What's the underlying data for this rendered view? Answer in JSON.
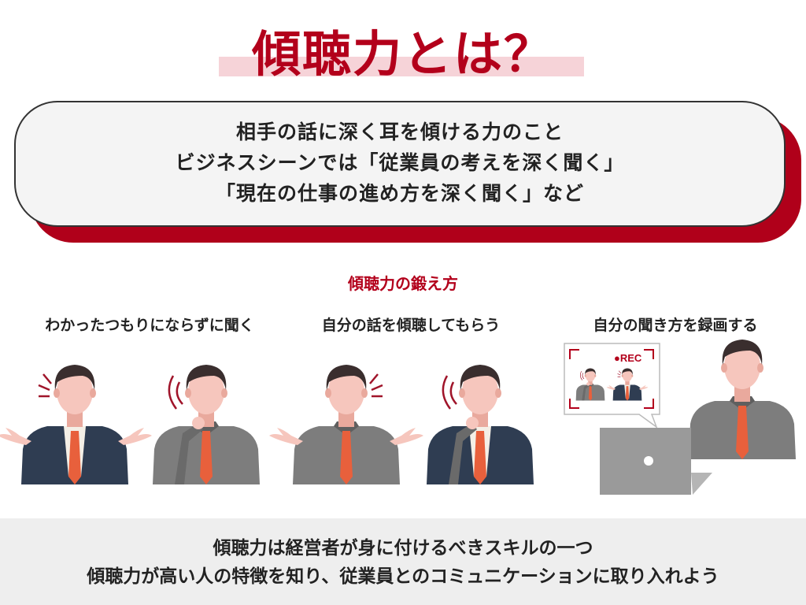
{
  "title": "傾聴力とは？",
  "definition": {
    "lines": [
      "相手の話に深く耳を傾ける力のこと",
      "ビジネスシーンでは「従業員の考えを深く聞く」",
      "「現在の仕事の進め方を深く聞く」など"
    ]
  },
  "training": {
    "heading": "傾聴力の鍛え方",
    "steps": [
      {
        "label": "わかったつもりにならずに聞く"
      },
      {
        "label": "自分の話を傾聴してもらう"
      },
      {
        "label": "自分の聞き方を録画する"
      }
    ],
    "rec_label": "●REC"
  },
  "summary": {
    "lines": [
      "傾聴力は経営者が身に付けるべきスキルの一つ",
      "傾聴力が高い人の特徴を知り、従業員とのコミュニケーションに取り入れよう"
    ]
  },
  "colors": {
    "accent": "#b3001b",
    "suit": "#2f3d52",
    "shirt": "#7a7a7a",
    "tie": "#e8603c",
    "skin": "#f6c6bd",
    "hair": "#3a2e2e"
  }
}
